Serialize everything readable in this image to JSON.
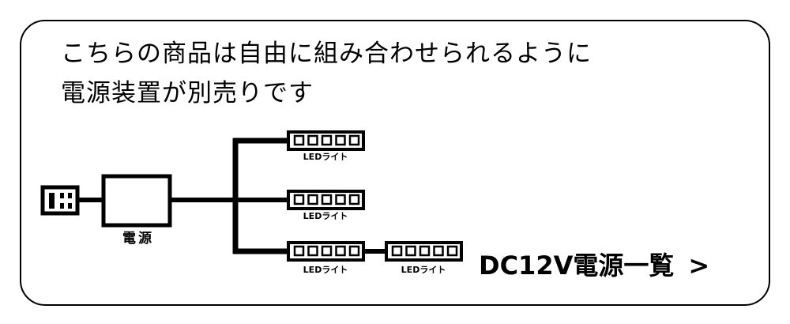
{
  "headline": {
    "line1": "こちらの商品は自由に組み合わせられるように",
    "line2": "電源装置が別売りです"
  },
  "diagram": {
    "outlet_icon": "power-outlet-icon",
    "power_supply_label": "電源",
    "led_label": "LEDライト",
    "led_strips": [
      {
        "label": "LEDライト",
        "branch": 1
      },
      {
        "label": "LEDライト",
        "branch": 2
      },
      {
        "label": "LEDライト",
        "branch": 3
      },
      {
        "label": "LEDライト",
        "branch": 3
      }
    ]
  },
  "cta": {
    "label": "DC12V電源一覧",
    "arrow": ">"
  },
  "colors": {
    "stroke": "#000000",
    "background": "#ffffff"
  }
}
